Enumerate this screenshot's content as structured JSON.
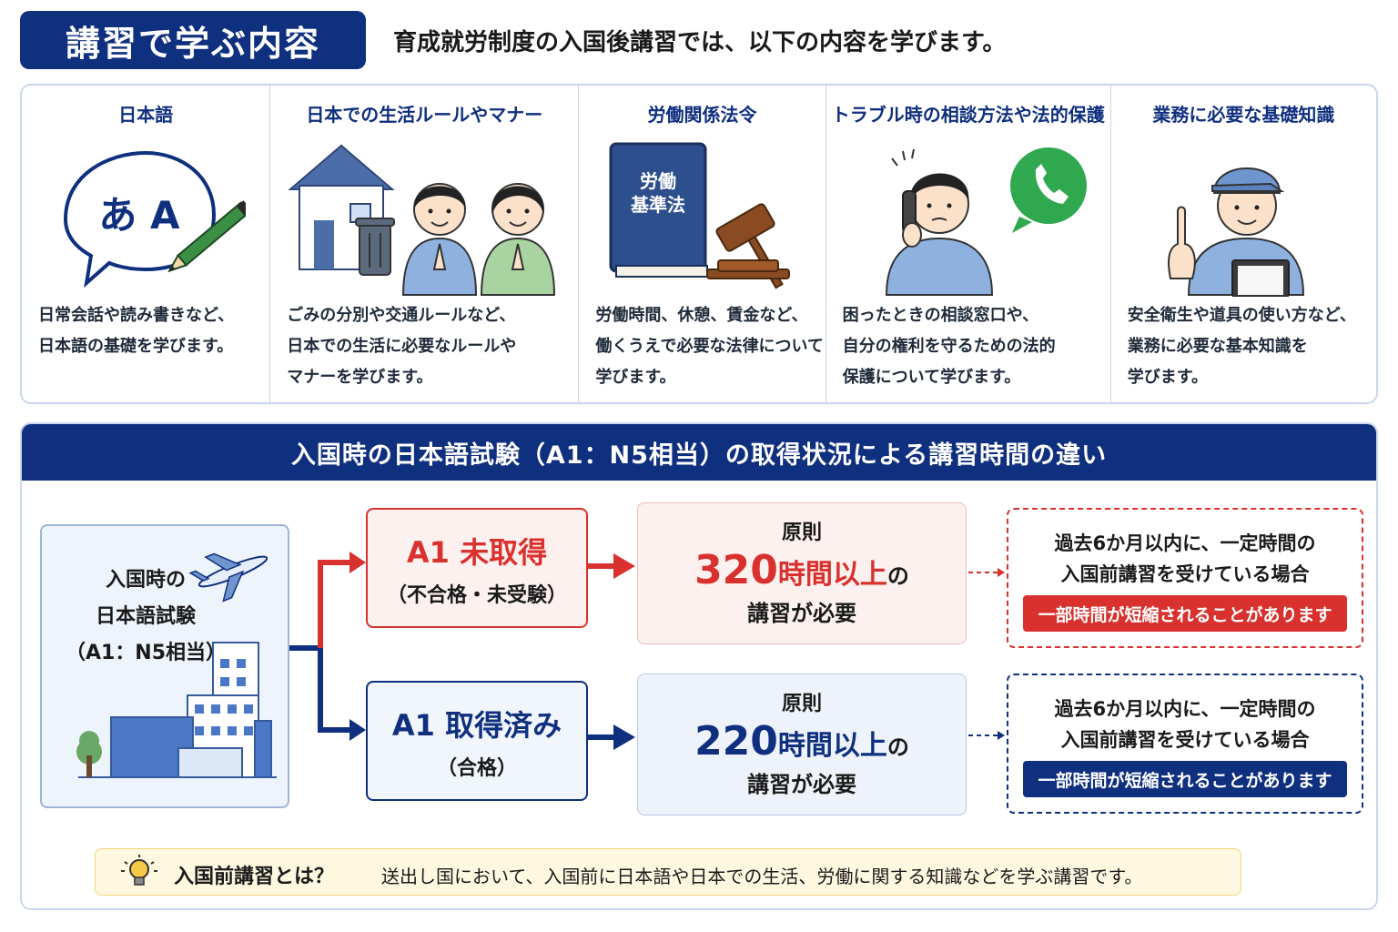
{
  "header": {
    "title": "講習で学ぶ内容",
    "description": "育成就労制度の入国後講習では、以下の内容を学びます。"
  },
  "topics": [
    {
      "title": "日本語",
      "icon": "speech-bubble-pencil-icon",
      "bubble_text": "あ A",
      "desc": [
        "日常会話や読み書きなど、",
        "日本語の基礎を学びます。"
      ]
    },
    {
      "title": "日本での生活ルールやマナー",
      "icon": "house-trash-people-icon",
      "desc": [
        "ごみの分別や交通ルールなど、",
        "日本での生活に必要なルールや",
        "マナーを学びます。"
      ]
    },
    {
      "title": "労働関係法令",
      "icon": "law-book-gavel-icon",
      "book_text": [
        "労働",
        "基準法"
      ],
      "desc": [
        "労働時間、休憩、賃金など、",
        "働くうえで必要な法律について",
        "学びます。"
      ]
    },
    {
      "title": "トラブル時の相談方法や法的保護",
      "icon": "phone-call-worker-icon",
      "desc": [
        "困ったときの相談窓口や、",
        "自分の権利を守るための法的",
        "保護について学びます。"
      ]
    },
    {
      "title": "業務に必要な基礎知識",
      "icon": "worker-clipboard-icon",
      "desc": [
        "安全衛生や道具の使い方など、",
        "業務に必要な基本知識を",
        "学びます。"
      ]
    }
  ],
  "section2": {
    "title": "入国時の日本語試験（A1：N5相当）の取得状況による講習時間の違い",
    "entry": {
      "lines": [
        "入国時の",
        "日本語試験",
        "（A1：N5相当）"
      ],
      "icon": "airplane-building-icon"
    },
    "rows": [
      {
        "status_main": "A1 未取得",
        "status_sub": "（不合格・未受験）",
        "hours_label": "原則",
        "hours_num": "320",
        "hours_unit": "時間以上",
        "hours_no": "の",
        "hours_need": "講習が必要",
        "note_lines": [
          "過去6か月以内に、一定時間の",
          "入国前講習を受けている場合"
        ],
        "note_pill": "一部時間が短縮されることがあります",
        "color": "#d9312d"
      },
      {
        "status_main": "A1 取得済み",
        "status_sub": "（合格）",
        "hours_label": "原則",
        "hours_num": "220",
        "hours_unit": "時間以上",
        "hours_no": "の",
        "hours_need": "講習が必要",
        "note_lines": [
          "過去6か月以内に、一定時間の",
          "入国前講習を受けている場合"
        ],
        "note_pill": "一部時間が短縮されることがあります",
        "color": "#0f2f7f"
      }
    ],
    "tip": {
      "icon": "lightbulb-icon",
      "title": "入国前講習とは？",
      "text": "送出し国において、入国前に日本語や日本での生活、労働に関する知識などを学ぶ講習です。"
    }
  },
  "colors": {
    "navy": "#0f2f7f",
    "red": "#d9312d",
    "light_blue": "#eef4fc",
    "light_red": "#fdf1f0",
    "tip_bg": "#fff8e1"
  }
}
